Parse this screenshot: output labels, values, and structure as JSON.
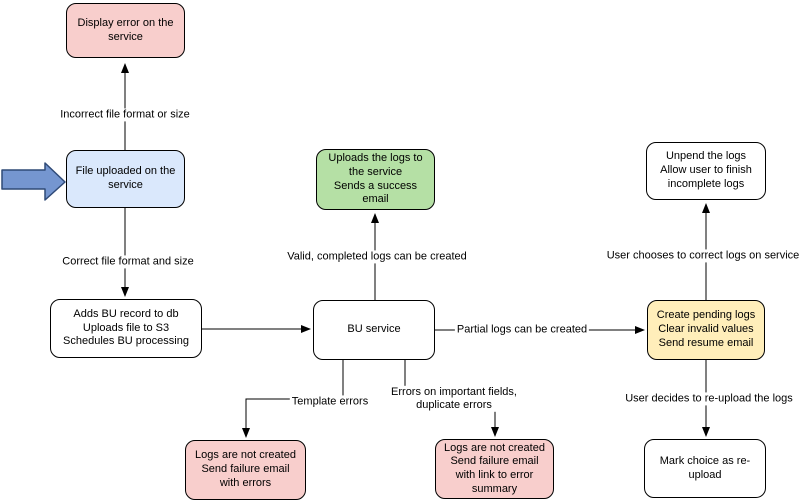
{
  "colors": {
    "node_border": "#000000",
    "line_color": "#000000",
    "pink_fill": "#f8cecc",
    "blue_fill": "#dae8fc",
    "green_fill": "#b5e0a5",
    "yellow_fill": "#ffeeba",
    "white_fill": "#ffffff",
    "start_arrow_fill": "#7596d0",
    "start_arrow_stroke": "#2f4a77"
  },
  "nodes": {
    "display_error": {
      "text": "Display error on the\nservice"
    },
    "file_uploaded": {
      "text": "File uploaded on the\nservice"
    },
    "adds_bu_record": {
      "text": "Adds BU record to db\nUploads file to S3\nSchedules BU processing"
    },
    "uploads_logs": {
      "text": "Uploads the logs to\nthe service\nSends a success\nemail"
    },
    "bu_service": {
      "text": "BU service"
    },
    "create_pending": {
      "text": "Create pending logs\nClear invalid values\nSend resume email"
    },
    "unpend_logs": {
      "text": "Unpend the logs\nAllow user to finish\nincomplete logs"
    },
    "mark_reupload": {
      "text": "Mark choice as re-\nupload"
    },
    "logs_not_created_errors": {
      "text": "Logs are not created\nSend failure email\nwith errors"
    },
    "logs_not_created_summary": {
      "text": "Logs are not created\nSend failure email\nwith link to error\nsummary"
    }
  },
  "edge_labels": {
    "incorrect_format": "Incorrect file format or size",
    "correct_format": "Correct file format and size",
    "valid_completed": "Valid, completed logs can be created",
    "partial_logs": "Partial logs can be created",
    "template_errors": "Template errors",
    "important_fields": "Errors on important fields,\nduplicate errors",
    "user_corrects": "User chooses to correct logs on service",
    "user_reuploads": "User decides to re-upload the logs"
  }
}
